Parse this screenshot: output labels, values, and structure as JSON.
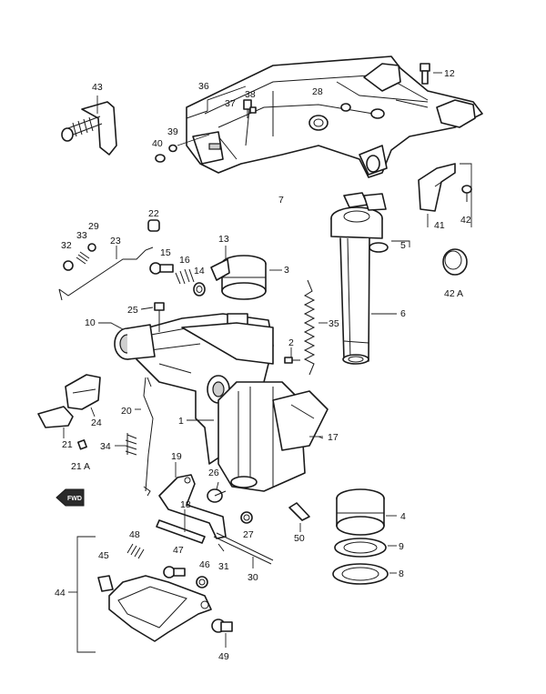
{
  "callouts": {
    "c1": "1",
    "c2": "2",
    "c3": "3",
    "c4": "4",
    "c5": "5",
    "c6": "6",
    "c7": "7",
    "c8": "8",
    "c9": "9",
    "c10": "10",
    "c12": "12",
    "c13": "13",
    "c14": "14",
    "c15": "15",
    "c16": "16",
    "c17": "17",
    "c18": "18",
    "c19": "19",
    "c20": "20",
    "c21": "21",
    "c21a": "21 A",
    "c22": "22",
    "c23": "23",
    "c24": "24",
    "c25": "25",
    "c26": "26",
    "c27": "27",
    "c28": "28",
    "c29": "29",
    "c30": "30",
    "c31": "31",
    "c32": "32",
    "c33": "33",
    "c34": "34",
    "c35": "35",
    "c36": "36",
    "c37": "37",
    "c38": "38",
    "c39": "39",
    "c40": "40",
    "c41": "41",
    "c42": "42",
    "c42a": "42 A",
    "c43": "43",
    "c44": "44",
    "c45": "45",
    "c46": "46",
    "c47": "47",
    "c48": "48",
    "c49": "49",
    "c50": "50"
  },
  "fwd_label": "FWD"
}
